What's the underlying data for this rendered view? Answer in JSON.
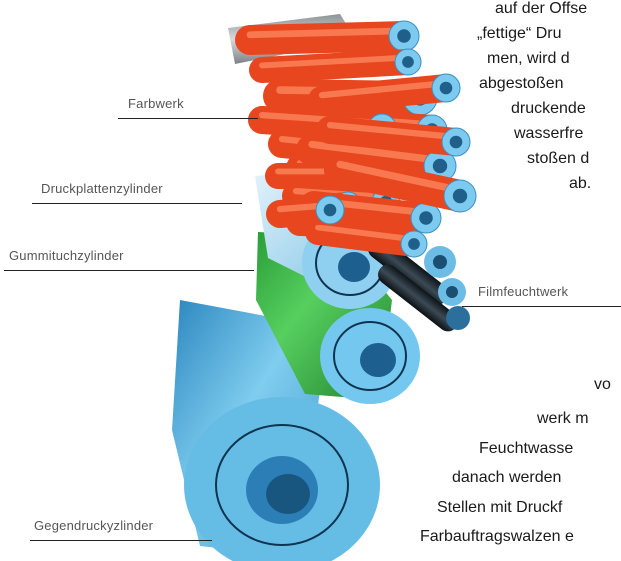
{
  "labels": {
    "farbwerk": "Farbwerk",
    "druckplatte": "Druckplattenzylinder",
    "gummituch": "Gummituchzylinder",
    "filmfeucht": "Filmfeuchtwerk",
    "gegendruck": "Gegendruckyzlinder"
  },
  "top_text": [
    "auf der Offse",
    "„fettige“ Dru",
    "men, wird d",
    "abgestoßen",
    "druckende",
    "wasserfre",
    "stoßen d",
    "ab."
  ],
  "bottom_text": [
    "vo",
    "werk m",
    "Feuchtwasse",
    "danach werden",
    "Stellen mit Druckf",
    "Farbauftragswalzen e"
  ],
  "colors": {
    "ink_roller": "#e8461e",
    "plate_cylinder": "#a9d8ee",
    "blanket_cylinder": "#3bb84a",
    "impression_cylinder": "#5ab8e4",
    "dampening_roller": "#1e2a33"
  }
}
